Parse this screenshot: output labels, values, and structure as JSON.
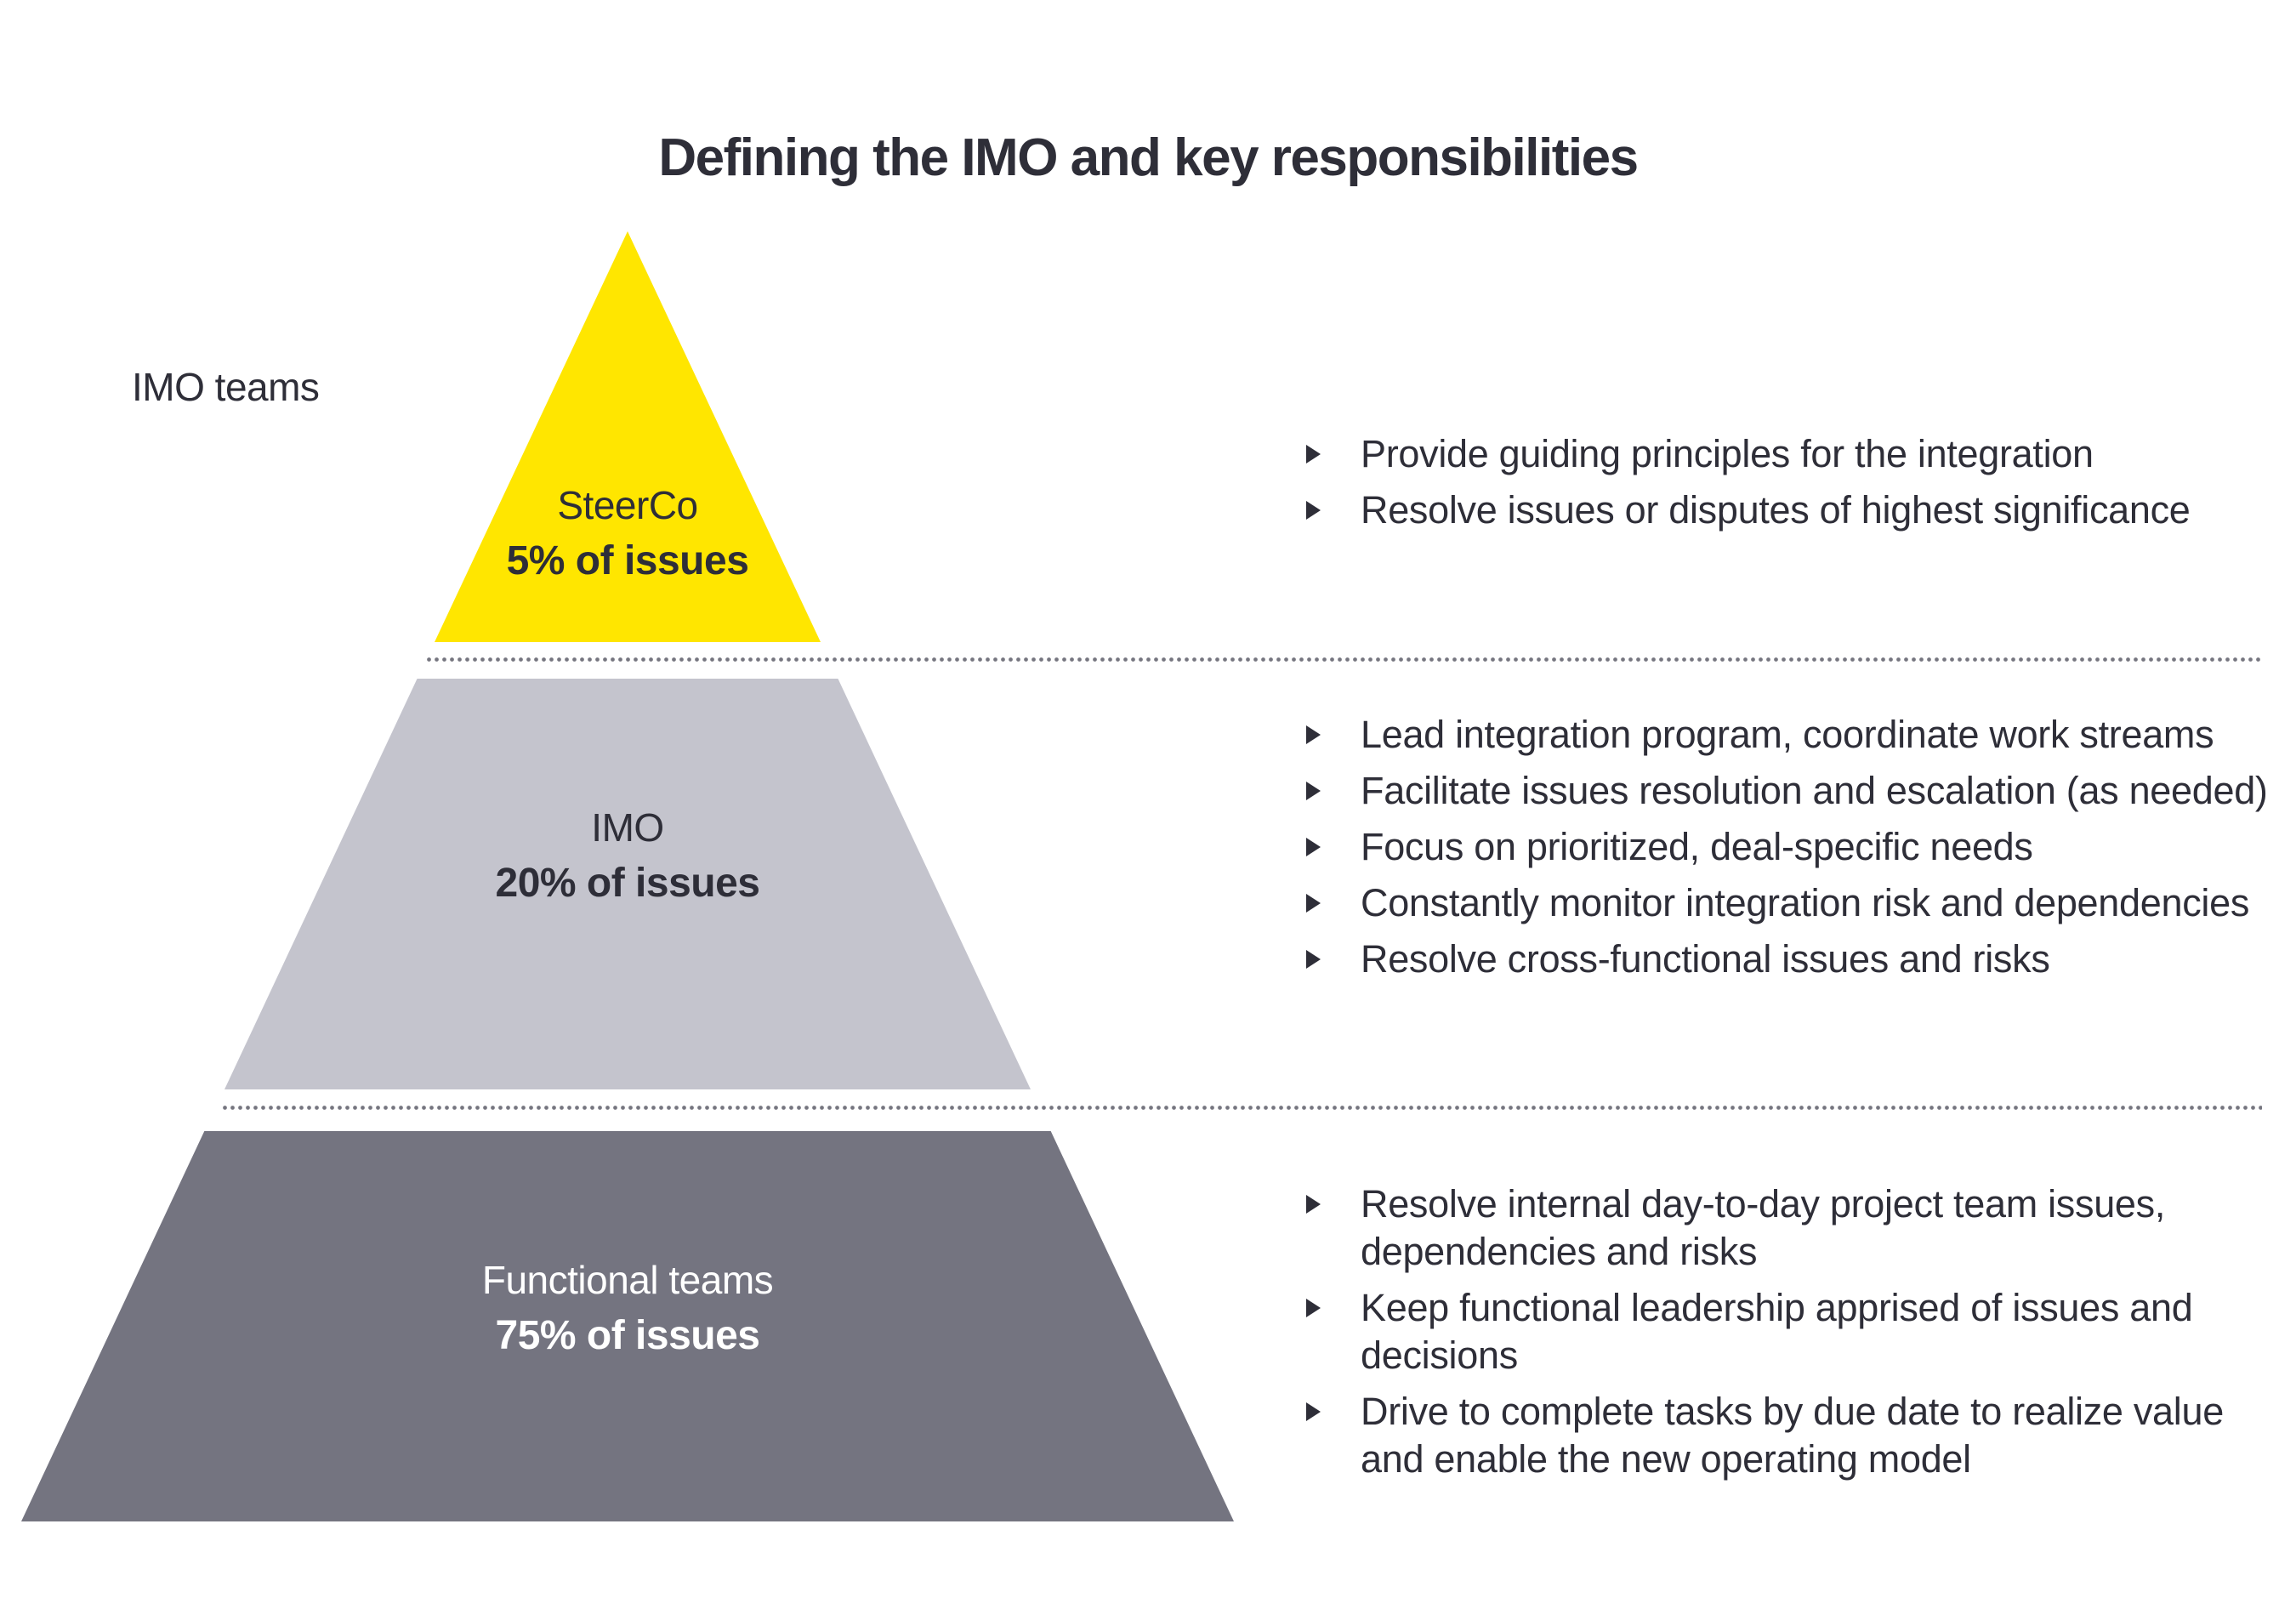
{
  "title": "Defining the IMO and key responsibilities",
  "side_label": "IMO teams",
  "colors": {
    "steerco_yellow": "#FFE600",
    "imo_light_gray": "#C4C4CD",
    "functional_dark_gray": "#747480",
    "text_dark": "#2E2E38",
    "text_light": "#FFFFFF",
    "divider_dots": "#75757F"
  },
  "pyramid": {
    "tiers": [
      {
        "name": "SteerCo",
        "share": "5% of issues"
      },
      {
        "name": "IMO",
        "share": "20% of issues"
      },
      {
        "name": "Functional teams",
        "share": "75% of issues"
      }
    ]
  },
  "responsibilities": [
    {
      "tier": "SteerCo",
      "items": [
        "Provide guiding principles for the integration",
        "Resolve issues or disputes of highest significance"
      ]
    },
    {
      "tier": "IMO",
      "items": [
        "Lead integration program, coordinate work streams",
        "Facilitate issues resolution and escalation (as needed)",
        "Focus on prioritized, deal-specific needs",
        "Constantly monitor integration risk and dependencies",
        "Resolve cross-functional issues and risks"
      ]
    },
    {
      "tier": "Functional teams",
      "items": [
        "Resolve internal day-to-day project team issues,\ndependencies and risks",
        "Keep functional leadership apprised of issues and\ndecisions",
        "Drive to complete tasks by due date to realize value\nand enable the new operating model"
      ]
    }
  ]
}
